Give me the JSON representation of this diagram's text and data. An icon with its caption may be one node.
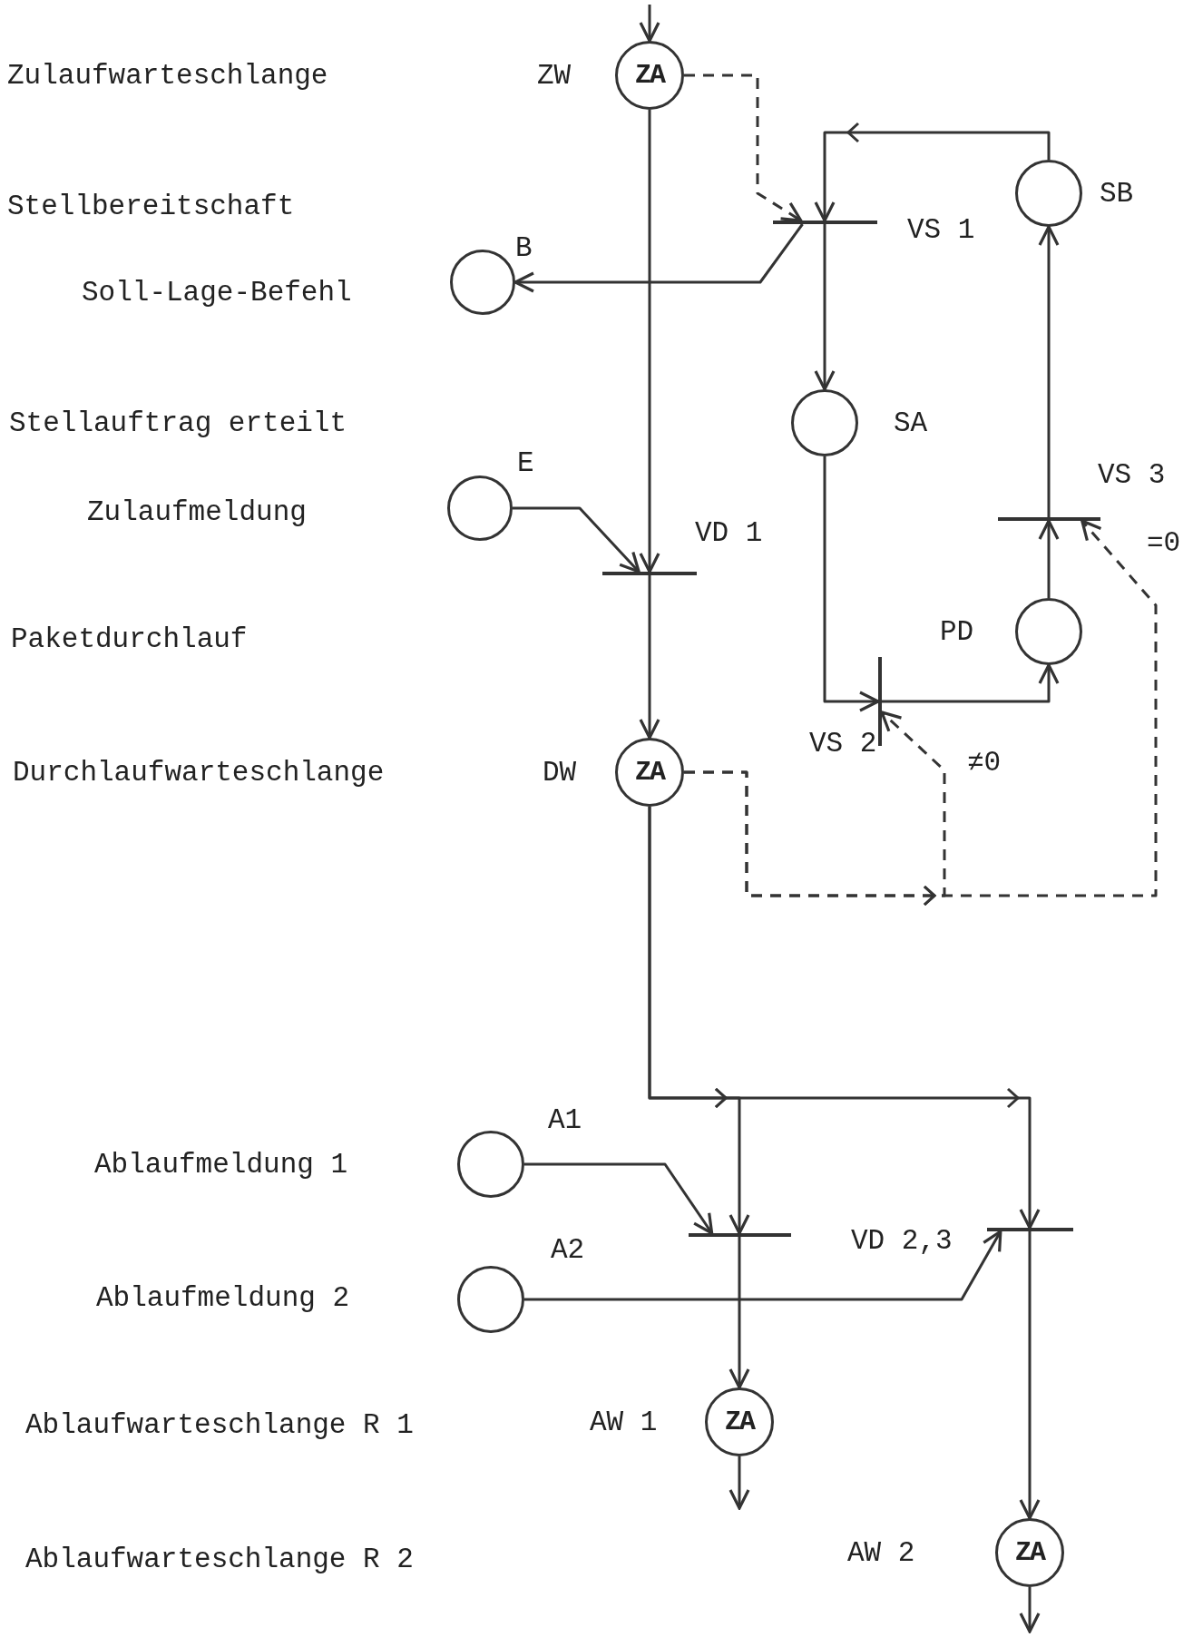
{
  "diagram": {
    "nodes": [
      {
        "text": [
          "ZA"
        ],
        "beside": [
          "ZW"
        ]
      },
      {
        "text": [],
        "shape": "bar",
        "beside": [
          "VS 1"
        ]
      },
      {
        "text": [],
        "shape": "circle",
        "beside": [
          "SB"
        ]
      },
      {
        "text": [],
        "shape": "circle",
        "beside": [
          "B"
        ]
      },
      {
        "text": [],
        "shape": "circle",
        "beside": [
          "SA"
        ]
      },
      {
        "text": [],
        "shape": "circle",
        "beside": [
          "E"
        ]
      },
      {
        "text": [],
        "shape": "bar",
        "beside": [
          "VD 1"
        ]
      },
      {
        "text": [],
        "shape": "bar",
        "beside": [
          "VS 3"
        ]
      },
      {
        "text": [],
        "shape": "circle",
        "beside": [
          "PD"
        ]
      },
      {
        "text": [],
        "shape": "bar",
        "beside": [
          "VS 2"
        ]
      },
      {
        "text": [
          "ZA"
        ],
        "beside": [
          "DW"
        ]
      },
      {
        "text": [],
        "shape": "circle",
        "beside": [
          "A1"
        ]
      },
      {
        "text": [],
        "shape": "bar"
      },
      {
        "text": [],
        "shape": "bar"
      },
      {
        "text": [],
        "shape": "circle",
        "beside": [
          "A2"
        ]
      },
      {
        "text": [
          "ZA"
        ],
        "beside": [
          "AW 1"
        ]
      },
      {
        "text": [
          "ZA"
        ],
        "beside": [
          "AW 2"
        ]
      }
    ],
    "edges": [
      {
        "from": null,
        "to": 0,
        "arrow": "to"
      },
      {
        "from": 0,
        "to": 6,
        "arrow": "to"
      },
      {
        "from": 0,
        "to": 1,
        "arrow": "to",
        "style": "dashed"
      },
      {
        "from": 2,
        "to": 1,
        "arrow": "to"
      },
      {
        "from": 1,
        "to": 3,
        "arrow": "to"
      },
      {
        "from": 1,
        "to": 4,
        "arrow": "to"
      },
      {
        "from": 5,
        "to": 6,
        "arrow": "to"
      },
      {
        "from": 6,
        "to": 10,
        "arrow": "to"
      },
      {
        "from": 4,
        "to": 9,
        "arrow": "to"
      },
      {
        "from": 9,
        "to": 8,
        "arrow": "to"
      },
      {
        "from": 8,
        "to": 7,
        "arrow": "to"
      },
      {
        "from": 7,
        "to": 2,
        "arrow": "to"
      },
      {
        "from": 10,
        "to": 9,
        "arrow": "to",
        "style": "dashed",
        "label": "≠0"
      },
      {
        "from": 10,
        "to": 7,
        "arrow": "to",
        "style": "dashed",
        "label": "=0"
      },
      {
        "from": 10,
        "to": 12,
        "arrow": "to"
      },
      {
        "from": 10,
        "to": 13,
        "arrow": "to"
      },
      {
        "from": 11,
        "to": 12,
        "arrow": "to"
      },
      {
        "from": 14,
        "to": 13,
        "arrow": "to"
      },
      {
        "from": 12,
        "to": 15,
        "arrow": "to"
      },
      {
        "from": 15,
        "to": null,
        "arrow": "to"
      },
      {
        "from": 13,
        "to": 16,
        "arrow": "to"
      },
      {
        "from": 16,
        "to": null,
        "arrow": "to"
      }
    ],
    "labels": [
      "Zulaufwarteschlange",
      "Stellbereitschaft",
      "Soll-Lage-Befehl",
      "Stellauftrag erteilt",
      "Zulaufmeldung",
      "Paketdurchlauf",
      "Durchlaufwarteschlange",
      "Ablaufmeldung 1",
      "Ablaufmeldung 2",
      "VD 2,3",
      "Ablaufwarteschlange R 1",
      "Ablaufwarteschlange R 2"
    ]
  }
}
